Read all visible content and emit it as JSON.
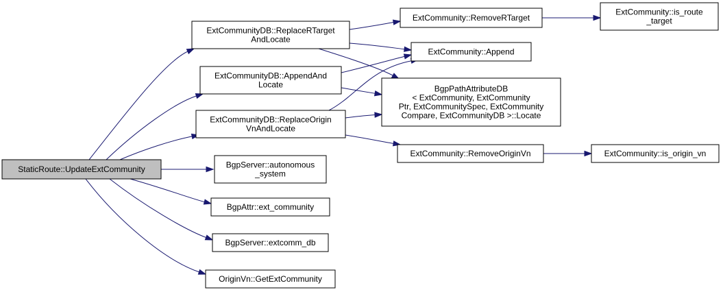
{
  "colors": {
    "edge": "#191970",
    "node_fill": "#ffffff",
    "root_fill": "#bfbfbf",
    "border": "#000000"
  },
  "nodes": [
    {
      "id": "update",
      "lines": [
        "StaticRoute::UpdateExtCommunity"
      ],
      "root": true
    },
    {
      "id": "replace_rt",
      "lines": [
        "ExtCommunityDB::ReplaceRTarget",
        "AndLocate"
      ]
    },
    {
      "id": "append_loc",
      "lines": [
        "ExtCommunityDB::AppendAnd",
        "Locate"
      ]
    },
    {
      "id": "replace_ov",
      "lines": [
        "ExtCommunityDB::ReplaceOrigin",
        "VnAndLocate"
      ]
    },
    {
      "id": "autonomous",
      "lines": [
        "BgpServer::autonomous",
        "_system"
      ]
    },
    {
      "id": "ext_comm",
      "lines": [
        "BgpAttr::ext_community"
      ]
    },
    {
      "id": "extcomm_db",
      "lines": [
        "BgpServer::extcomm_db"
      ]
    },
    {
      "id": "get_ext",
      "lines": [
        "OriginVn::GetExtCommunity"
      ]
    },
    {
      "id": "remove_rt",
      "lines": [
        "ExtCommunity::RemoveRTarget"
      ]
    },
    {
      "id": "append",
      "lines": [
        "ExtCommunity::Append"
      ]
    },
    {
      "id": "bgp_locate",
      "lines": [
        "BgpPathAttributeDB",
        "< ExtCommunity, ExtCommunity",
        "Ptr, ExtCommunitySpec, ExtCommunity",
        "Compare, ExtCommunityDB >::Locate"
      ]
    },
    {
      "id": "remove_ov",
      "lines": [
        "ExtCommunity::RemoveOriginVn"
      ]
    },
    {
      "id": "is_route",
      "lines": [
        "ExtCommunity::is_route",
        "_target"
      ]
    },
    {
      "id": "is_origin",
      "lines": [
        "ExtCommunity::is_origin_vn"
      ]
    }
  ],
  "edges": [
    [
      "update",
      "replace_rt"
    ],
    [
      "update",
      "append_loc"
    ],
    [
      "update",
      "replace_ov"
    ],
    [
      "update",
      "autonomous"
    ],
    [
      "update",
      "ext_comm"
    ],
    [
      "update",
      "extcomm_db"
    ],
    [
      "update",
      "get_ext"
    ],
    [
      "replace_rt",
      "remove_rt"
    ],
    [
      "replace_rt",
      "append"
    ],
    [
      "replace_rt",
      "bgp_locate"
    ],
    [
      "append_loc",
      "append"
    ],
    [
      "append_loc",
      "bgp_locate"
    ],
    [
      "replace_ov",
      "append"
    ],
    [
      "replace_ov",
      "bgp_locate"
    ],
    [
      "replace_ov",
      "remove_ov"
    ],
    [
      "remove_rt",
      "is_route"
    ],
    [
      "remove_ov",
      "is_origin"
    ]
  ]
}
